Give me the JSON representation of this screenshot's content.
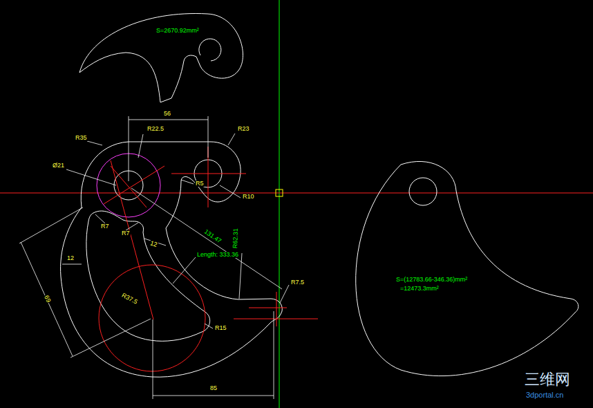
{
  "diagram": {
    "labels": [
      "S=2670.92mm²",
      "56",
      "R22.5",
      "R35",
      "R23",
      "Ø21",
      "R5",
      "R10",
      "R7",
      "R7",
      "12",
      "12",
      "131.47",
      "R62.31",
      "69",
      "Length: 333.36",
      "R37.5",
      "R15",
      "R7.5",
      "85",
      "S=(12783.66-346.36)mm²",
      "=12473.3mm²",
      "三维网",
      "3dportal.cn"
    ]
  }
}
